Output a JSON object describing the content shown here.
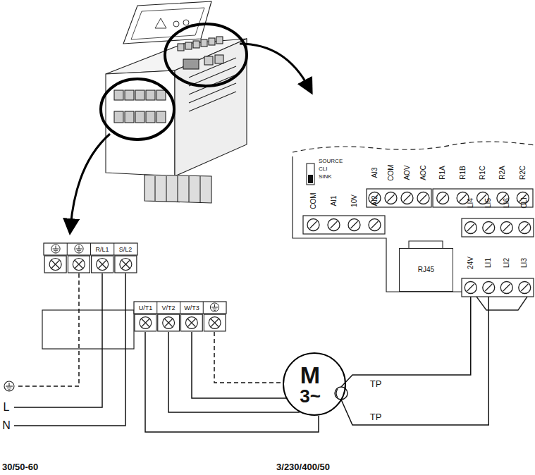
{
  "diagram": {
    "nodes": [
      {
        "text": [
          "M",
          "3~"
        ]
      },
      {
        "text": [
          "RJ45"
        ]
      }
    ],
    "labels": [
      "R/L1",
      "S/L2",
      "U/T1",
      "V/T2",
      "W/T3",
      "SOURCE",
      "CLI",
      "SINK",
      "AI3",
      "COM",
      "AOV",
      "AOC",
      "R1A",
      "R1B",
      "R1C",
      "R2A",
      "R2C",
      "COM",
      "AI1",
      "10V",
      "AI2",
      "LI4",
      "LI5",
      "LI6",
      "CLI",
      "24V",
      "LI1",
      "LI2",
      "LI3",
      "L",
      "N",
      "TP",
      "TP",
      "30/50-60",
      "3/230/400/50"
    ]
  }
}
